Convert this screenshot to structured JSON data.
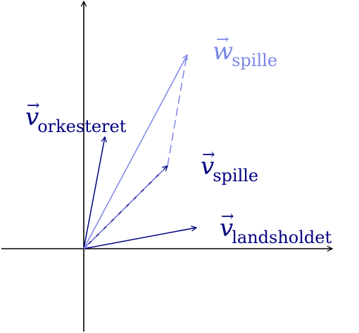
{
  "vectors": [
    {
      "key": "orkesteret",
      "symbol": "v",
      "subscript": "orkesteret",
      "color": "#000080"
    },
    {
      "key": "landsholdet",
      "symbol": "v",
      "subscript": "landsholdet",
      "color": "#000080"
    },
    {
      "key": "v_spille",
      "symbol": "v",
      "subscript": "spille",
      "color": "#000080"
    },
    {
      "key": "w_spille",
      "symbol": "w",
      "subscript": "spille",
      "color": "#7b86e8"
    }
  ],
  "colors": {
    "axis": "#000000",
    "dark_vector": "#000080",
    "light_vector": "#7b86e8"
  }
}
